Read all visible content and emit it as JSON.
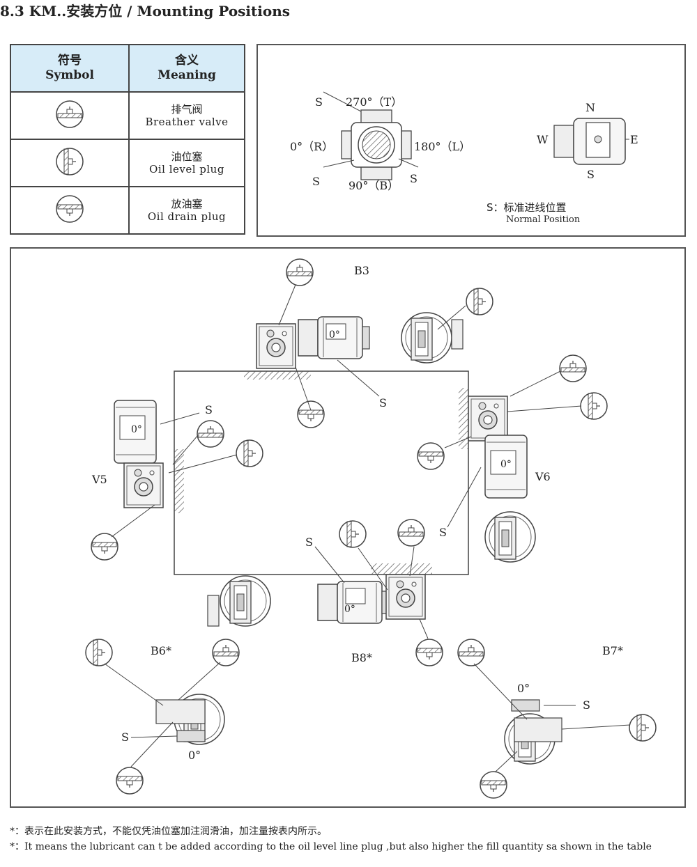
{
  "header": {
    "title": "8.3  KM..安装方位 / Mounting Positions"
  },
  "legend_table": {
    "col_symbol_zh": "符号",
    "col_symbol_en": "Symbol",
    "col_meaning_zh": "含义",
    "col_meaning_en": "Meaning",
    "rows": [
      {
        "icon": "breather-valve-icon",
        "zh": "排气阀",
        "en": "Breather valve"
      },
      {
        "icon": "oil-level-plug-icon",
        "zh": "油位塞",
        "en": "Oil level plug"
      },
      {
        "icon": "oil-drain-plug-icon",
        "zh": "放油塞",
        "en": "Oil drain plug"
      }
    ]
  },
  "orientation_panel": {
    "s": "S",
    "top": "270°（T）",
    "left": "0°（R）",
    "right": "180°（L）",
    "bottom": "90°（B）",
    "n": "N",
    "w": "W",
    "e": "E",
    "s2": "S",
    "note_zh": "S：标准进线位置",
    "note_en": "Normal Position"
  },
  "mounting": {
    "b3": "B3",
    "v5": "V5",
    "v6": "V6",
    "b6": "B6*",
    "b8": "B8*",
    "b7": "B7*",
    "zero": "0°",
    "motor_zero": "0°",
    "s": "S"
  },
  "footnotes": {
    "zh": "*：表示在此安装方式，不能仅凭油位塞加注润滑油，加注量按表内所示。",
    "en": "*：It means the lubricant can t be added according to the oil level line plug ,but also higher the fill quantity sa shown in the table"
  }
}
